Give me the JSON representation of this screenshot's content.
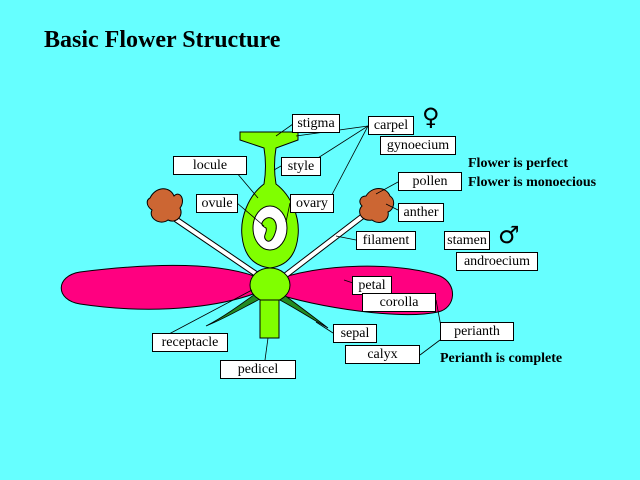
{
  "title": "Basic Flower Structure",
  "labels": {
    "stigma": "stigma",
    "carpel": "carpel",
    "gynoecium": "gynoecium",
    "locule": "locule",
    "style": "style",
    "ovule": "ovule",
    "ovary": "ovary",
    "pollen": "pollen",
    "anther": "anther",
    "filament": "filament",
    "stamen": "stamen",
    "androecium": "androecium",
    "petal": "petal",
    "corolla": "corolla",
    "sepal": "sepal",
    "calyx": "calyx",
    "perianth": "perianth",
    "receptacle": "receptacle",
    "pedicel": "pedicel"
  },
  "notes": {
    "perfect": "Flower is perfect",
    "monoecious": "Flower is monoecious",
    "complete": "Perianth is complete"
  },
  "symbols": {
    "female": "♀",
    "male": "♂"
  },
  "colors": {
    "background": "#66ffff",
    "petal": "#ff0080",
    "green": "#80ff00",
    "anther": "#cc6633"
  }
}
